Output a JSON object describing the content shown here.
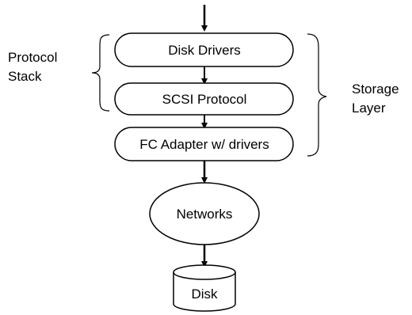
{
  "diagram": {
    "left_group_label": [
      "Protocol",
      "Stack"
    ],
    "right_group_label": [
      "Storage",
      "Layer"
    ],
    "nodes": {
      "disk_drivers": "Disk Drivers",
      "scsi_protocol": "SCSI Protocol",
      "fc_adapter": "FC Adapter w/ drivers",
      "networks": "Networks",
      "disk": "Disk"
    },
    "line_color": "#000000"
  }
}
